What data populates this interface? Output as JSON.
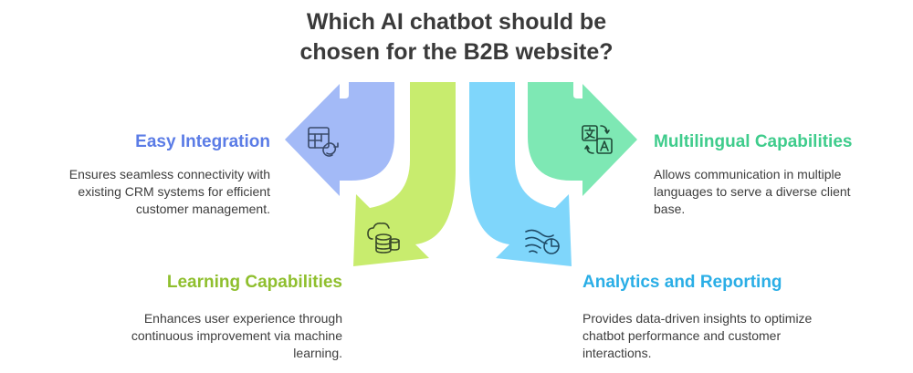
{
  "title": {
    "line1": "Which AI chatbot should be",
    "line2": "chosen for the B2B website?"
  },
  "options": [
    {
      "heading": "Easy Integration",
      "color": "#5b7ce6",
      "arrow_color": "#a3baf7",
      "icon": "table-sync-icon",
      "description": [
        "Ensures seamless connectivity with",
        "existing CRM systems for efficient",
        "customer management."
      ]
    },
    {
      "heading": "Learning Capabilities",
      "color": "#8fbf2e",
      "arrow_color": "#c8ec6e",
      "icon": "database-cloud-icon",
      "description": [
        "Enhances user experience through",
        "continuous improvement via machine",
        "learning."
      ]
    },
    {
      "heading": "Analytics and Reporting",
      "color": "#2aaee6",
      "arrow_color": "#7fd6fb",
      "icon": "chart-waves-icon",
      "description": [
        "Provides data-driven insights to optimize",
        "chatbot performance and customer",
        "interactions."
      ]
    },
    {
      "heading": "Multilingual Capabilities",
      "color": "#3fcc8c",
      "arrow_color": "#7ee8b4",
      "icon": "translate-icon",
      "description": [
        "Allows communication in multiple",
        "languages to serve a diverse client",
        "base."
      ]
    }
  ]
}
